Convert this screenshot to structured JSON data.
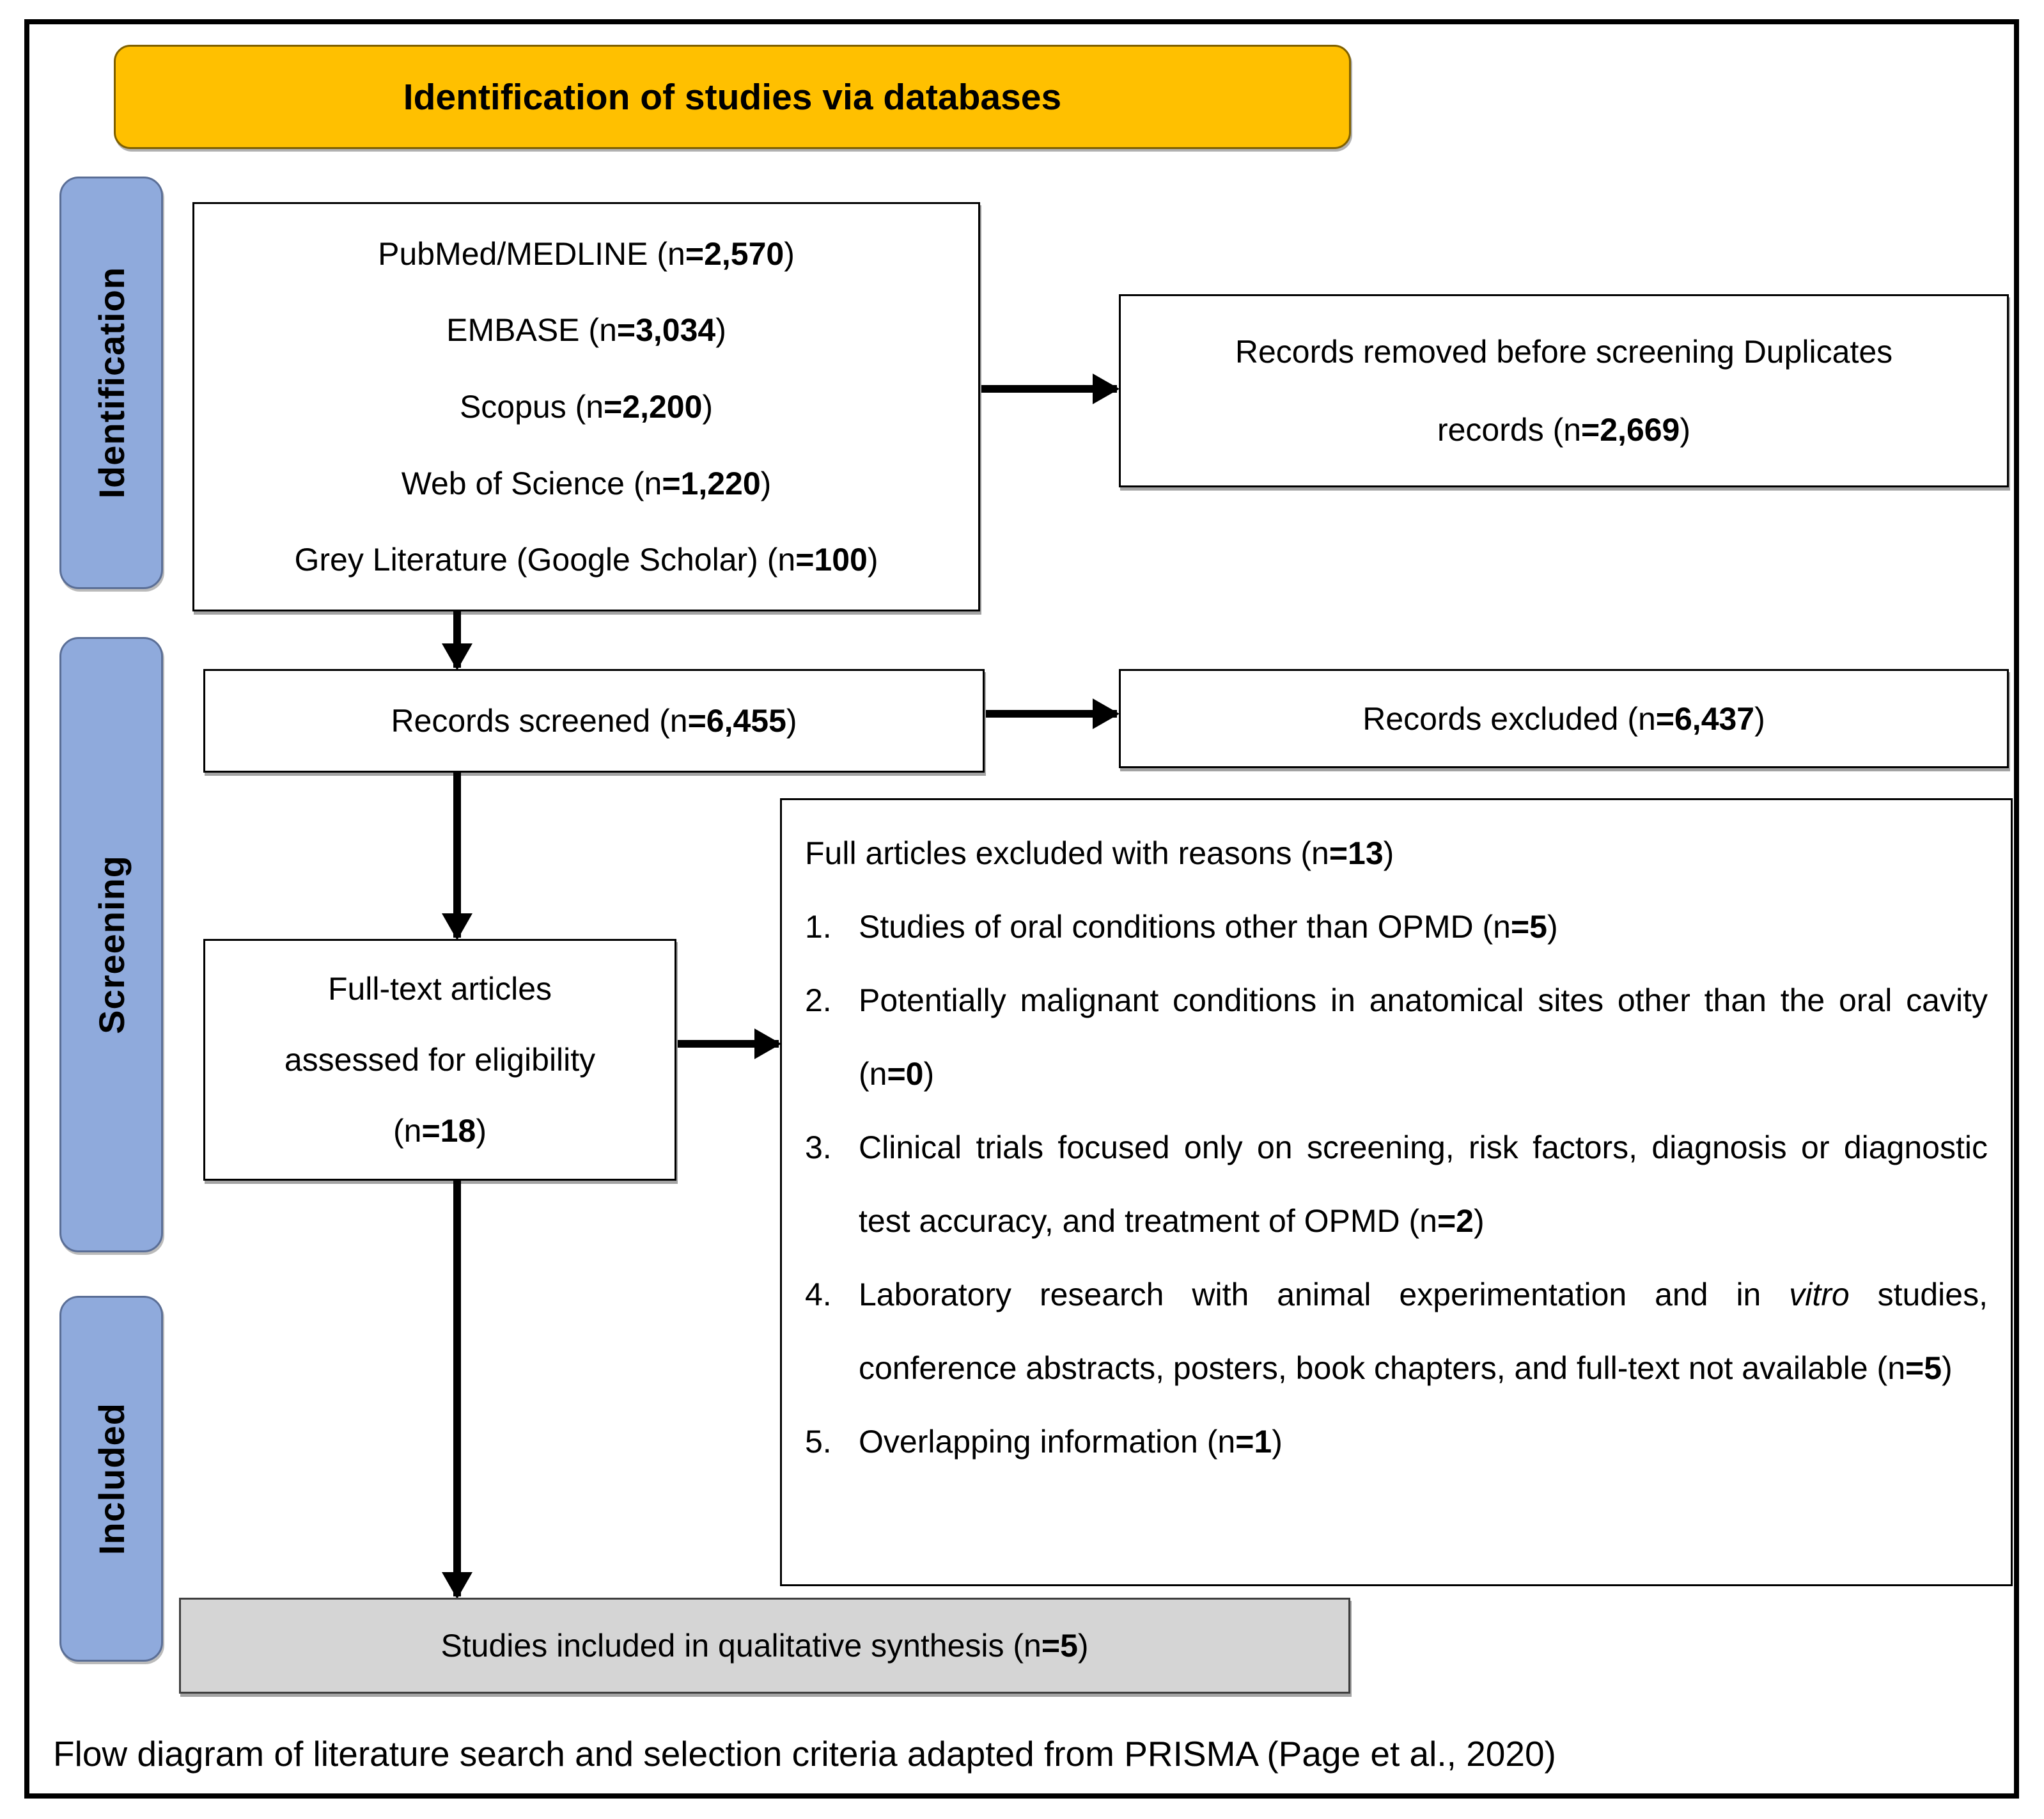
{
  "title": "Identification of studies via databases",
  "sidebar": {
    "identification": "Identification",
    "screening": "Screening",
    "included": "Included"
  },
  "databases_box": {
    "lines": [
      [
        {
          "text": "PubMed/MEDLINE (n"
        },
        {
          "text": "=2,570",
          "style": "bold"
        },
        {
          "text": ")"
        }
      ],
      [
        {
          "text": "EMBASE (n"
        },
        {
          "text": "=3,034",
          "style": "bold"
        },
        {
          "text": ")"
        }
      ],
      [
        {
          "text": "Scopus (n"
        },
        {
          "text": "=2,200",
          "style": "bold"
        },
        {
          "text": ")"
        }
      ],
      [
        {
          "text": "Web of Science (n"
        },
        {
          "text": "=1,220",
          "style": "bold"
        },
        {
          "text": ")"
        }
      ],
      [
        {
          "text": "Grey Literature (Google Scholar) (n"
        },
        {
          "text": "=100",
          "style": "bold"
        },
        {
          "text": ")"
        }
      ]
    ]
  },
  "records_removed_box": {
    "lines": [
      [
        {
          "text": "Records removed before screening Duplicates"
        }
      ],
      [
        {
          "text": "records (n"
        },
        {
          "text": "=2,669",
          "style": "bold"
        },
        {
          "text": ")"
        }
      ]
    ]
  },
  "records_screened_box": {
    "line": [
      {
        "text": "Records screened (n"
      },
      {
        "text": "=6,455",
        "style": "bold"
      },
      {
        "text": ")"
      }
    ]
  },
  "records_excluded_box": {
    "line": [
      {
        "text": "Records excluded (n"
      },
      {
        "text": "=6,437",
        "style": "bold"
      },
      {
        "text": ")"
      }
    ]
  },
  "fulltext_box": {
    "lines": [
      [
        {
          "text": "Full-text articles"
        }
      ],
      [
        {
          "text": "assessed for eligibility"
        }
      ],
      [
        {
          "text": "(n"
        },
        {
          "text": "=18",
          "style": "bold"
        },
        {
          "text": ")"
        }
      ]
    ]
  },
  "reasons_box": {
    "header": [
      {
        "text": "Full articles excluded with reasons (n"
      },
      {
        "text": "=13",
        "style": "bold"
      },
      {
        "text": ")"
      }
    ],
    "items": [
      {
        "number": "1.",
        "segments": [
          {
            "text": "Studies of oral conditions other than OPMD (n"
          },
          {
            "text": "=5",
            "style": "bold"
          },
          {
            "text": ")"
          }
        ]
      },
      {
        "number": "2.",
        "segments": [
          {
            "text": "Potentially malignant conditions in anatomical sites other than the oral cavity (n"
          },
          {
            "text": "=0",
            "style": "bold"
          },
          {
            "text": ")"
          }
        ]
      },
      {
        "number": "3.",
        "segments": [
          {
            "text": "Clinical trials focused only on screening, risk factors, diagnosis or diagnostic test accuracy, and treatment of OPMD (n"
          },
          {
            "text": "=2",
            "style": "bold"
          },
          {
            "text": ")"
          }
        ]
      },
      {
        "number": "4.",
        "segments": [
          {
            "text": "Laboratory research with animal experimentation and in "
          },
          {
            "text": "vitro",
            "style": "italic"
          },
          {
            "text": " studies, conference abstracts, posters, book chapters, and full-text not available (n"
          },
          {
            "text": "=5",
            "style": "bold"
          },
          {
            "text": ")"
          }
        ]
      },
      {
        "number": "5.",
        "segments": [
          {
            "text": "Overlapping information (n"
          },
          {
            "text": "=1",
            "style": "bold"
          },
          {
            "text": ")"
          }
        ]
      }
    ]
  },
  "included_box": {
    "line": [
      {
        "text": "Studies included in qualitative synthesis (n"
      },
      {
        "text": "=5",
        "style": "bold"
      },
      {
        "text": ")"
      }
    ]
  },
  "caption": "Flow diagram of literature search and selection criteria adapted from PRISMA (Page et al., 2020)",
  "colors": {
    "title_bg": "#FFC000",
    "title_border": "#7F6000",
    "stage_bg": "#8FAADC",
    "stage_border": "#5a6e96",
    "included_bg": "#D5D5D5",
    "box_border": "#000000"
  }
}
